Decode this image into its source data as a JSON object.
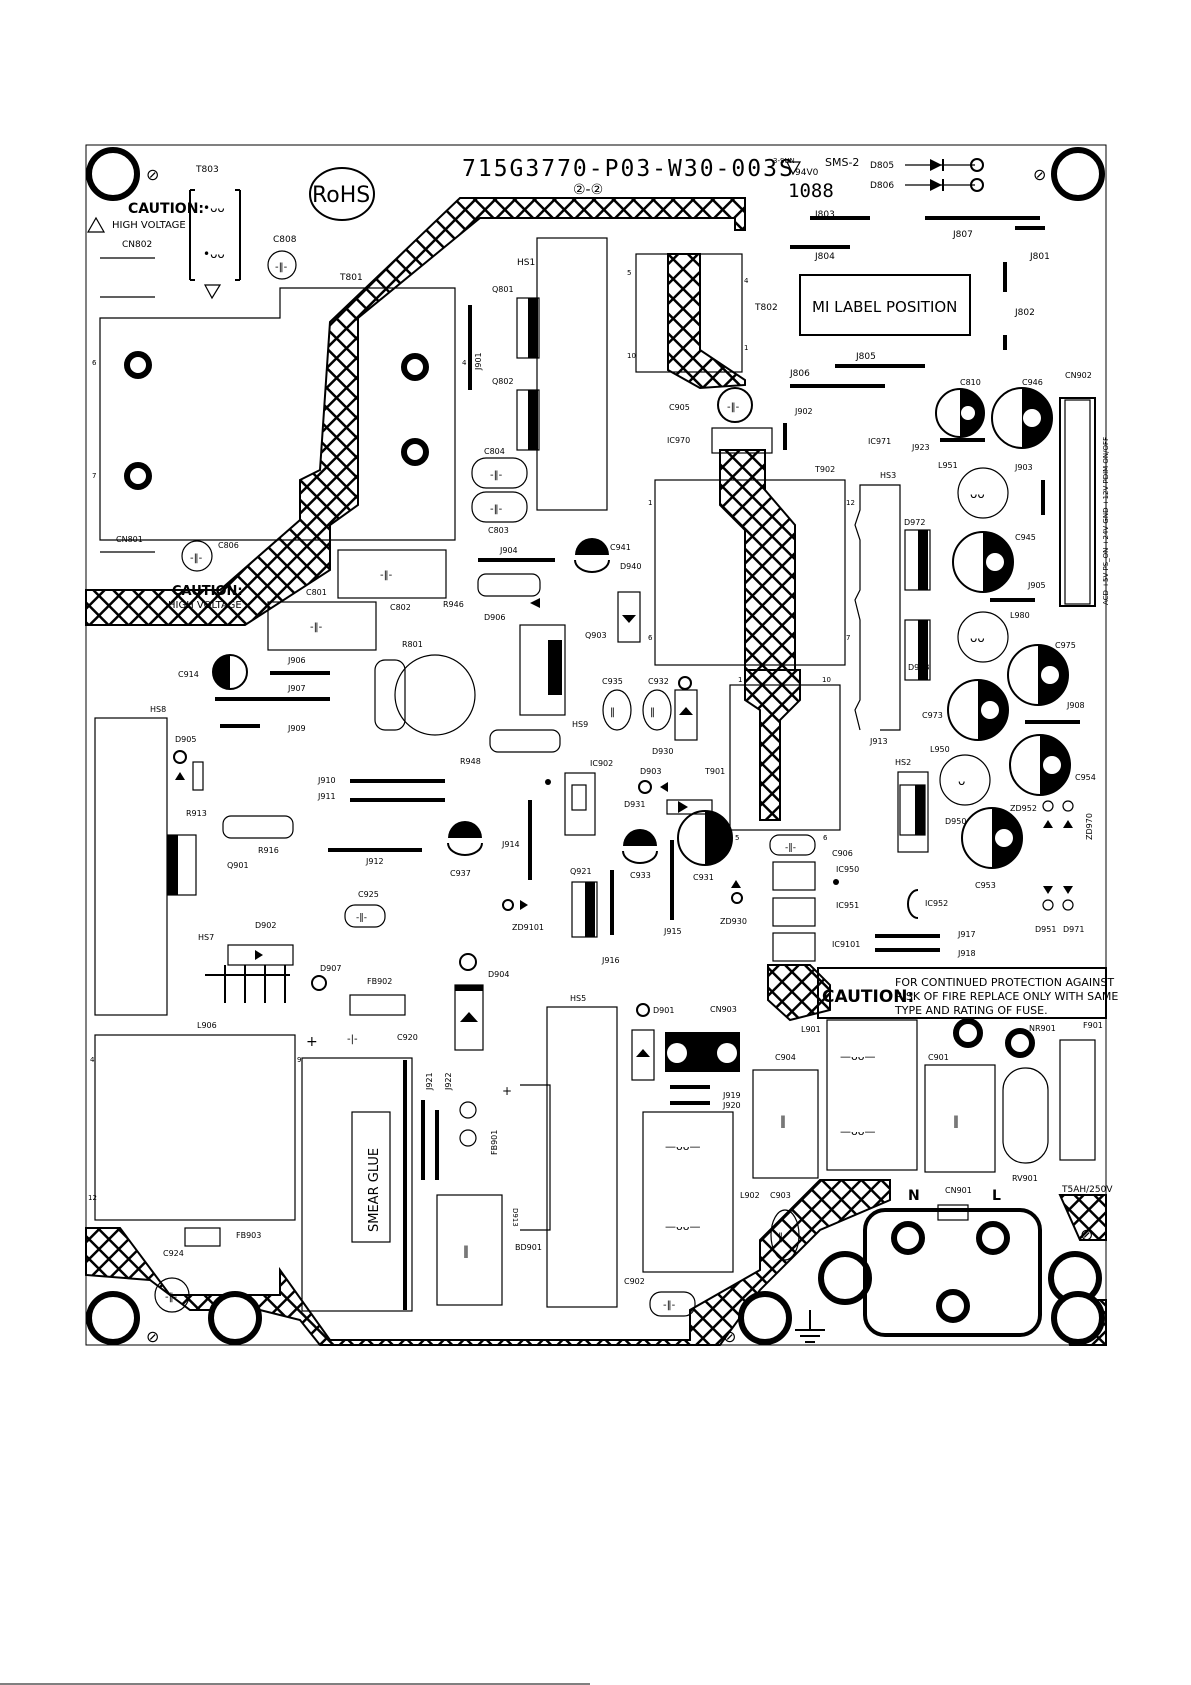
{
  "board": {
    "part_number": "715G3770-P03-W30-003S",
    "revision_mark": "②-②",
    "rohs": "RoHS",
    "ul_line1": "3-SUN",
    "ul_line2": "94V0",
    "sms": "SMS-2",
    "date_code": "1088"
  },
  "labels": {
    "mi_label": "MI LABEL POSITION",
    "caution_top": "CAUTION:",
    "high_voltage_top": "HIGH VOLTAGE",
    "caution_mid": "CAUTION:",
    "high_voltage_mid": "HIGH VOLTAGE",
    "fuse_caution_title": "CAUTION:",
    "fuse_caution_line1": "FOR CONTINUED PROTECTION AGAINST",
    "fuse_caution_line2": "RISK OF FIRE REPLACE ONLY WITH SAME",
    "fuse_caution_line3": "TYPE AND RATING OF FUSE.",
    "smear_glue": "SMEAR GLUE",
    "fuse_rating": "T5AH/250V",
    "neutral": "N",
    "line": "L",
    "cn902_pins": "ACD +5V PS_ON +24V     GND     +12V PDIM ON/OFF"
  },
  "refs": {
    "T803": "T803",
    "CN802": "CN802",
    "C808": "C808",
    "T801": "T801",
    "HS1": "HS1",
    "Q801": "Q801",
    "Q802": "Q802",
    "J901": "J901",
    "T802": "T802",
    "D805": "D805",
    "D806": "D806",
    "J803": "J803",
    "J807": "J807",
    "J804": "J804",
    "J801": "J801",
    "J802": "J802",
    "J805": "J805",
    "J806": "J806",
    "C905": "C905",
    "J902": "J902",
    "IC970": "IC970",
    "IC971": "IC971",
    "T902": "T902",
    "C810": "C810",
    "C946": "C946",
    "CN902": "CN902",
    "J923": "J923",
    "L951": "L951",
    "J903": "J903",
    "HS3": "HS3",
    "D972": "D972",
    "C945": "C945",
    "J905": "J905",
    "L980": "L980",
    "D973": "D973",
    "C975": "C975",
    "J908": "J908",
    "C973": "C973",
    "J913": "J913",
    "L950": "L950",
    "HS2": "HS2",
    "C954": "C954",
    "ZD952": "ZD952",
    "ZD970": "ZD970",
    "D950": "D950",
    "C953": "C953",
    "C804": "C804",
    "C803": "C803",
    "CN801": "CN801",
    "C806": "C806",
    "C801": "C801",
    "C802": "C802",
    "J904": "J904",
    "C941": "C941",
    "D940": "D940",
    "R946": "R946",
    "D906": "D906",
    "Q903": "Q903",
    "R801": "R801",
    "J906": "J906",
    "C914": "C914",
    "J907": "J907",
    "J909": "J909",
    "C935": "C935",
    "C932": "C932",
    "HS9": "HS9",
    "D930": "D930",
    "T901": "T901",
    "R948": "R948",
    "IC902": "IC902",
    "HS8": "HS8",
    "D905": "D905",
    "J910": "J910",
    "J911": "J911",
    "D903": "D903",
    "D931": "D931",
    "R913": "R913",
    "R916": "R916",
    "Q901": "Q901",
    "J912": "J912",
    "C937": "C937",
    "J914": "J914",
    "C933": "C933",
    "C931": "C931",
    "C906": "C906",
    "IC950": "IC950",
    "IC951": "IC951",
    "IC952": "IC952",
    "Q921": "Q921",
    "C925": "C925",
    "ZD9101": "ZD9101",
    "ZD930": "ZD930",
    "J915": "J915",
    "J917": "J917",
    "IC9101": "IC9101",
    "J918": "J918",
    "D951": "D951",
    "D971": "D971",
    "HS7": "HS7",
    "D902": "D902",
    "J916": "J916",
    "D907": "D907",
    "FB902": "FB902",
    "D904": "D904",
    "HS5": "HS5",
    "D901": "D901",
    "CN903": "CN903",
    "L906": "L906",
    "C920": "C920",
    "J921": "J921",
    "J922": "J922",
    "L901": "L901",
    "NR901": "NR901",
    "F901": "F901",
    "C904": "C904",
    "C901": "C901",
    "J919": "J919",
    "J920": "J920",
    "FB901": "FB901",
    "RV901": "RV901",
    "L902": "L902",
    "C903": "C903",
    "CN901": "CN901",
    "FB903": "FB903",
    "C924": "C924",
    "BD901": "BD901",
    "C902": "C902",
    "D913": "D913"
  }
}
